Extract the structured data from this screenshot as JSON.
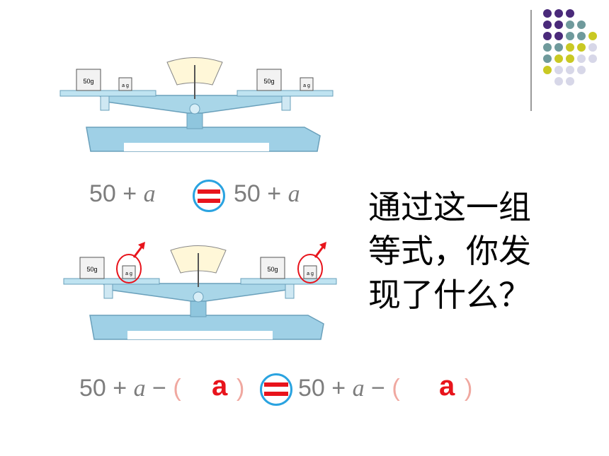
{
  "decoration": {
    "dot_colors": [
      "#4a2a7a",
      "#6f9a9c",
      "#c9c923",
      "#d7d7e8"
    ]
  },
  "balance_top": {
    "left_weight_label": "50g",
    "left_small_label": "a g",
    "right_weight_label": "50g",
    "right_small_label": "a g"
  },
  "balance_bottom": {
    "left_weight_label": "50g",
    "left_small_label": "a g",
    "right_weight_label": "50g",
    "right_small_label": "a g"
  },
  "equation1": {
    "left": "50 + ",
    "left_var": "a",
    "right": "50 + ",
    "right_var": "a"
  },
  "equation2": {
    "left": "50 + ",
    "left_var": "a",
    "minus": " − ",
    "open": "(",
    "answer_left": "a",
    "close": ")",
    "right": "50 + ",
    "right_var": "a",
    "answer_right": "a"
  },
  "question": {
    "line1": "通过这一组",
    "line2": "等式，你发",
    "line3": "现了什么？"
  },
  "colors": {
    "equal_circle": "#2aa3e0",
    "equal_bars": "#e8141c",
    "answer_red": "#e8141c",
    "scale_blue": "#a9d6e8"
  }
}
